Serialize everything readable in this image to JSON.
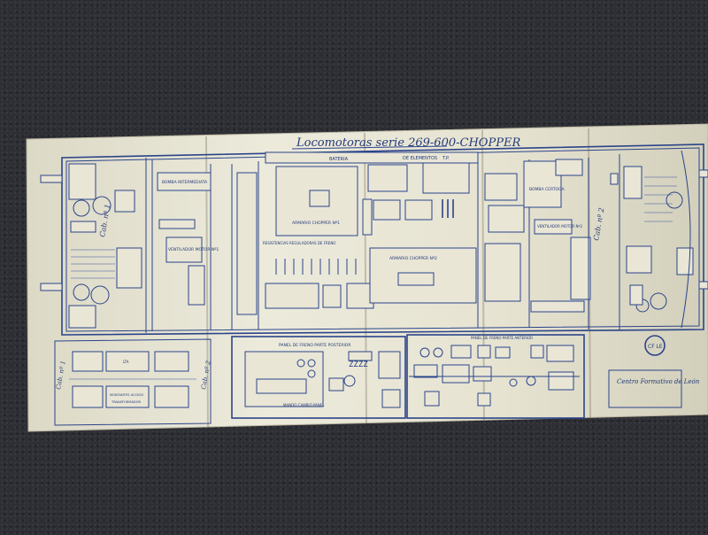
{
  "sheet": {
    "title": "Locomotoras serie 269-600-CHOPPER",
    "signature_note": "Centro Formativo de León",
    "stamp_text": "CF LE"
  },
  "cabs": {
    "cab_left": "Cab. nº 1",
    "cab_right": "Cab. nº 2",
    "cab_left_small": "Cab. nº 1",
    "cab_right_small": "Cab. nº 2"
  },
  "sections": {
    "top_strip_a": "BATERIA",
    "top_strip_b": "DE ELEMENTOS",
    "top_strip_c": "T.P.",
    "bomba_left": "BOMBA INTERMEDIATA",
    "ventilador_left": "VENTILADOR MOTOR Nº1",
    "armario_chopper_1": "ARMARIO CHOPPER Nº1",
    "armario_chopper_2": "ARMARIO CHOPPER Nº2",
    "ventilador_right": "VENTILADOR MOTOR Nº2",
    "bomba_right": "BOMBA CERTOGA",
    "panel_frenos": "PANEL DE FRENO PARTE POSTERIOR",
    "panel_frenos_right": "PANEL DE FRENO PARTE ANTERIOR",
    "resistencias": "RESISTENCIAS REGULADORAS DE FRENO",
    "cambio": "MANDO CAMBIO PANEL",
    "bottom_row_1": "LTA",
    "bottom_row_2": "MONTANTES ACCESO",
    "bottom_row_3": "TRANSFORMADOR"
  }
}
